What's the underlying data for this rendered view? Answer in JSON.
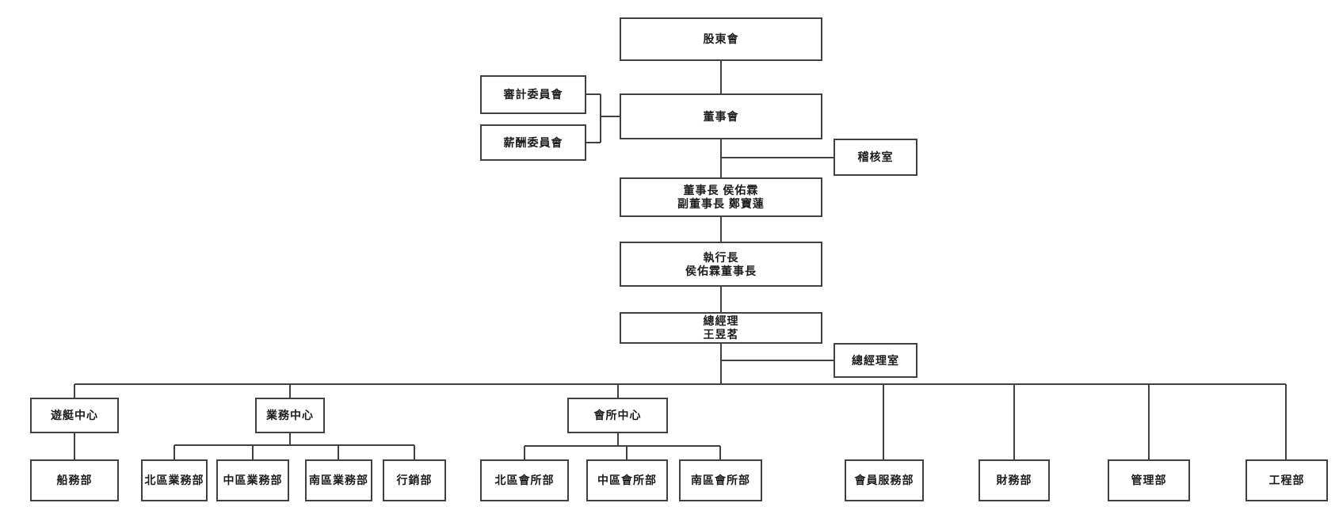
{
  "diagram": {
    "type": "org-chart",
    "language": "zh-TW",
    "line_color": "#404040",
    "box_background": "#ffffff",
    "nodes": {
      "shareholders": {
        "label": "股東會"
      },
      "audit_committee": {
        "label": "審計委員會"
      },
      "compensation_committee": {
        "label": "薪酬委員會"
      },
      "board": {
        "label": "董事會"
      },
      "audit_office": {
        "label": "稽核室"
      },
      "chairman": {
        "line1": "董事長 侯佑霖",
        "line2": "副董事長 鄭寶蓮"
      },
      "ceo": {
        "line1": "執行長",
        "line2": "侯佑霖董事長"
      },
      "general_manager": {
        "line1": "總經理",
        "line2": "王昱茗"
      },
      "gm_office": {
        "label": "總經理室"
      },
      "yacht_center": {
        "label": "遊艇中心"
      },
      "business_center": {
        "label": "業務中心"
      },
      "club_center": {
        "label": "會所中心"
      },
      "shipping_dept": {
        "label": "船務部"
      },
      "north_business_dept": {
        "label": "北區業務部"
      },
      "central_business_dept": {
        "label": "中區業務部"
      },
      "south_business_dept": {
        "label": "南區業務部"
      },
      "marketing_dept": {
        "label": "行銷部"
      },
      "north_club_dept": {
        "label": "北區會所部"
      },
      "central_club_dept": {
        "label": "中區會所部"
      },
      "south_club_dept": {
        "label": "南區會所部"
      },
      "member_service_dept": {
        "label": "會員服務部"
      },
      "finance_dept": {
        "label": "財務部"
      },
      "management_dept": {
        "label": "管理部"
      },
      "engineering_dept": {
        "label": "工程部"
      }
    },
    "hierarchy": [
      "股東會 > 董事會 (審計委員會, 薪酬委員會, 稽核室) > 董事長 > 執行長 > 總經理 (總經理室)",
      "總經理 > 遊艇中心 > 船務部",
      "總經理 > 業務中心 > 北區業務部, 中區業務部, 南區業務部, 行銷部",
      "總經理 > 會所中心 > 北區會所部, 中區會所部, 南區會所部",
      "總經理 > 會員服務部, 財務部, 管理部, 工程部"
    ]
  }
}
